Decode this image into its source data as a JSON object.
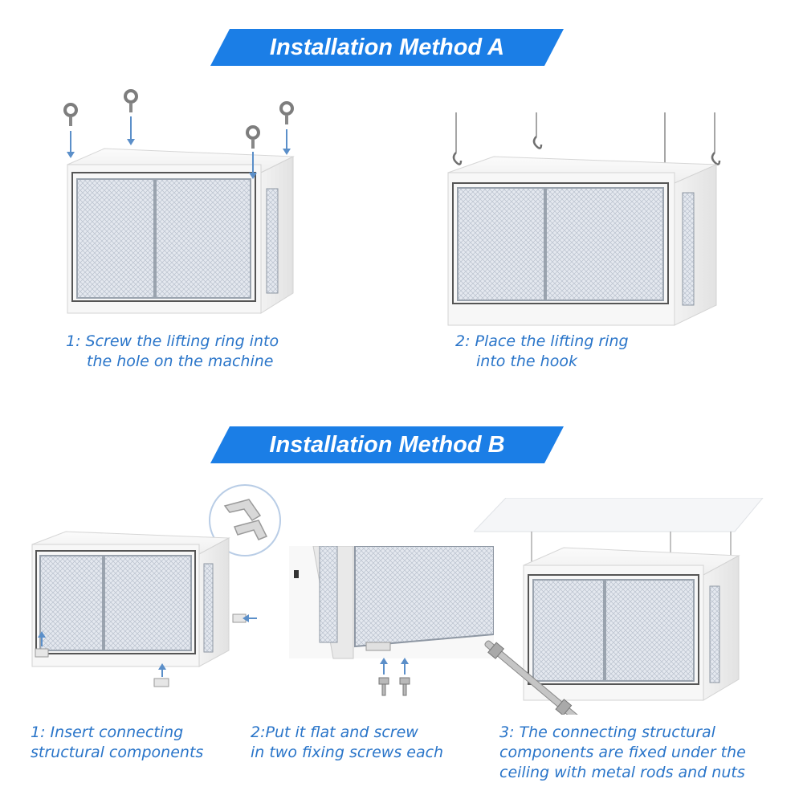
{
  "colors": {
    "banner": "#1b7ee6",
    "caption": "#2a75c9",
    "arrow": "#5b8fc9"
  },
  "method_a": {
    "title": "Installation Method A",
    "steps": [
      {
        "lines": [
          "1:  Screw the lifting ring into",
          "the hole on the machine"
        ]
      },
      {
        "lines": [
          "2: Place the lifting ring",
          "into the hook"
        ]
      }
    ]
  },
  "method_b": {
    "title": "Installation Method B",
    "steps": [
      {
        "lines": [
          "1: Insert connecting",
          "structural components"
        ]
      },
      {
        "lines": [
          "2:Put it flat and screw",
          "in two fixing screws each"
        ]
      },
      {
        "lines": [
          "3: The connecting structural",
          "components are fixed under the",
          "ceiling with metal rods and nuts"
        ]
      }
    ]
  },
  "icons": {
    "eye_bolt": "lifting-ring-icon",
    "hook": "hook-icon",
    "bracket": "bracket-icon",
    "screw": "screw-icon",
    "rod": "metal-rod-icon"
  }
}
